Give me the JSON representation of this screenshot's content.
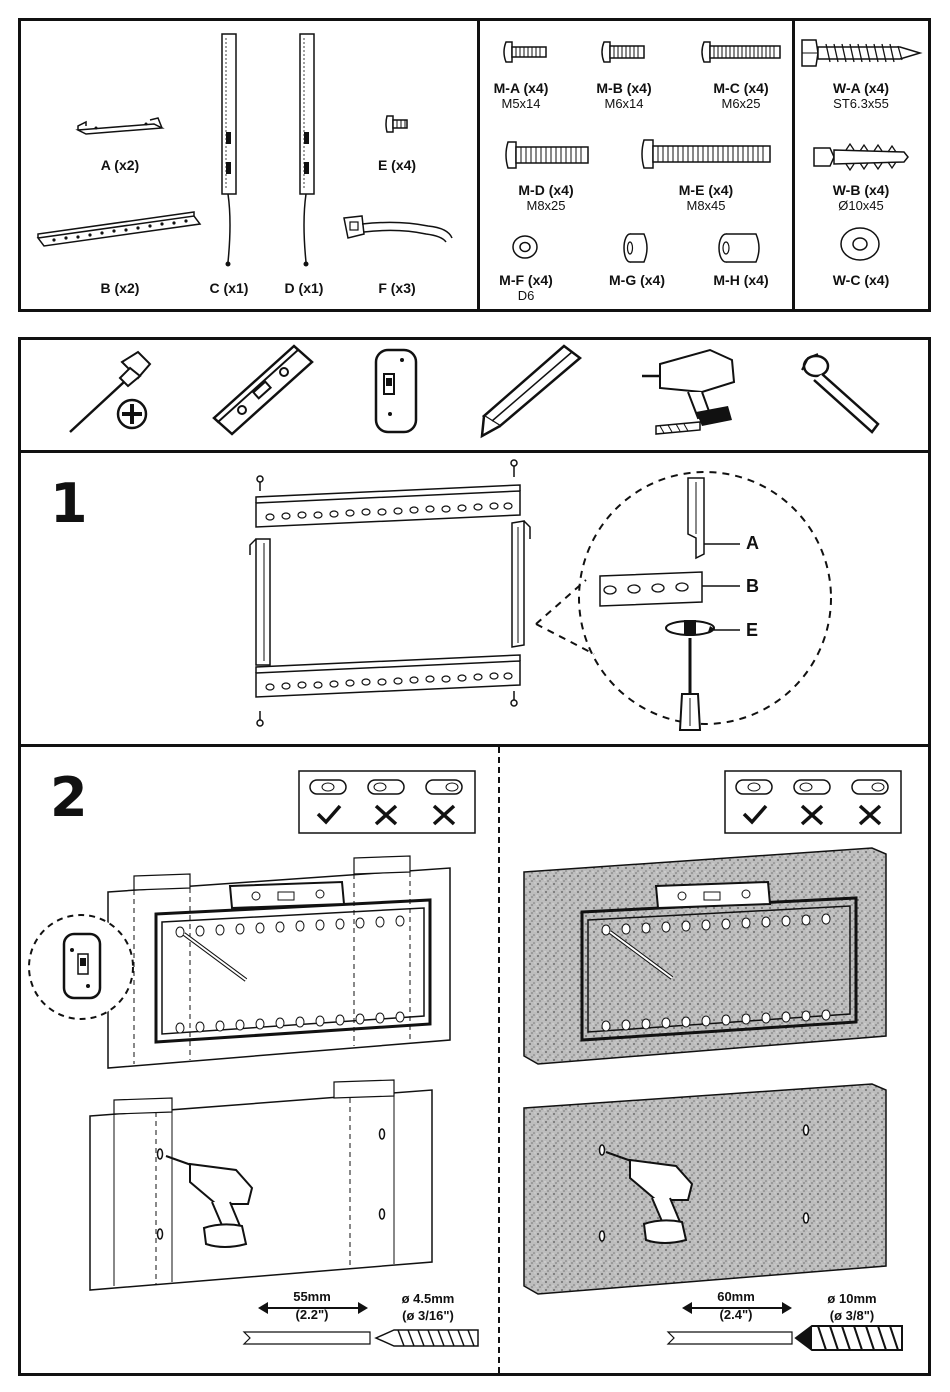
{
  "parts": {
    "A": {
      "label": "A (x2)"
    },
    "B": {
      "label": "B (x2)"
    },
    "C": {
      "label": "C (x1)"
    },
    "D": {
      "label": "D (x1)"
    },
    "E": {
      "label": "E (x4)"
    },
    "F": {
      "label": "F (x3)"
    }
  },
  "hardware": {
    "MA": {
      "label": "M-A (x4)",
      "size": "M5x14"
    },
    "MB": {
      "label": "M-B (x4)",
      "size": "M6x14"
    },
    "MC": {
      "label": "M-C (x4)",
      "size": "M6x25"
    },
    "MD": {
      "label": "M-D (x4)",
      "size": "M8x25"
    },
    "ME": {
      "label": "M-E (x4)",
      "size": "M8x45"
    },
    "MF": {
      "label": "M-F (x4)",
      "size": "D6"
    },
    "MG": {
      "label": "M-G (x4)"
    },
    "MH": {
      "label": "M-H (x4)"
    }
  },
  "wall_hardware": {
    "WA": {
      "label": "W-A (x4)",
      "size": "ST6.3x55"
    },
    "WB": {
      "label": "W-B (x4)",
      "size": "Ø10x45"
    },
    "WC": {
      "label": "W-C (x4)"
    }
  },
  "tools": [
    {
      "icon": "phillips-screwdriver-icon"
    },
    {
      "icon": "spirit-level-icon"
    },
    {
      "icon": "stud-finder-icon"
    },
    {
      "icon": "pencil-icon"
    },
    {
      "icon": "power-drill-icon"
    },
    {
      "icon": "socket-wrench-icon"
    }
  ],
  "step1": {
    "number": "1",
    "callouts": {
      "A": "A",
      "B": "B",
      "E": "E"
    }
  },
  "step2": {
    "number": "2",
    "wood": {
      "depth": "55mm",
      "depth_in": "(2.2\")",
      "bit": "ø 4.5mm",
      "bit_in": "(ø 3/16\")"
    },
    "concrete": {
      "depth": "60mm",
      "depth_in": "(2.4\")",
      "bit": "ø 10mm",
      "bit_in": "(ø 3/8\")"
    }
  }
}
